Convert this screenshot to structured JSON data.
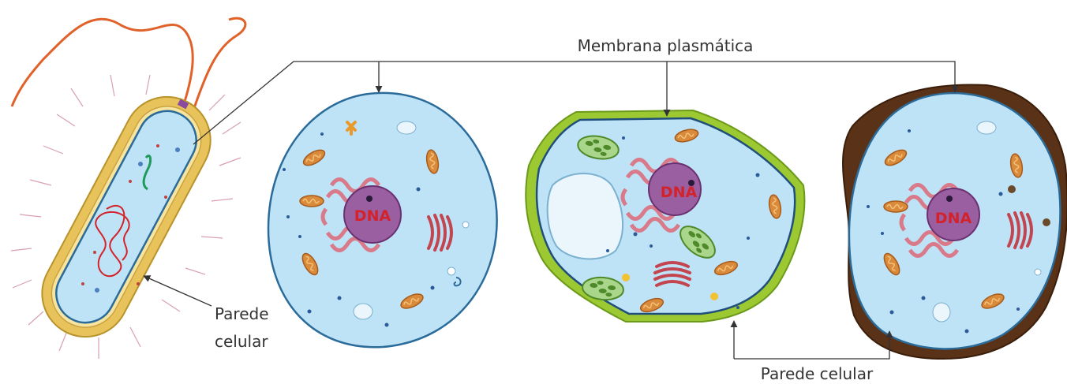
{
  "labels": {
    "membrane": "Membrana plasmática",
    "cell_wall_line1": "Parede",
    "cell_wall_line2": "celular",
    "cell_wall_bottom": "Parede celular"
  },
  "cells": [
    {
      "kind": "bacteria"
    },
    {
      "kind": "animal",
      "dna_label": "DNA"
    },
    {
      "kind": "plant",
      "dna_label": "DNA"
    },
    {
      "kind": "fungus",
      "dna_label": "DNA"
    }
  ],
  "colors": {
    "cytoplasm": "#bfe3f6",
    "membrane": "#2a6b9a",
    "nucleus": "#9a5fa0",
    "dna_text": "#d3222a",
    "bacterial_wall": "#e8c25a",
    "plant_wall": "#9cc832",
    "fungal_wall": "#5a3218",
    "flagellum": "#e0622a"
  }
}
